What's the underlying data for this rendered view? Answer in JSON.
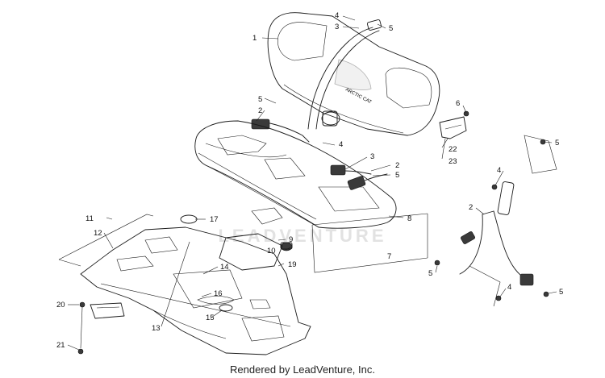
{
  "diagram": {
    "callouts": {
      "c1": "1",
      "c2a": "2",
      "c2b": "2",
      "c2c": "2",
      "c3a": "3",
      "c3b": "3",
      "c4a": "4",
      "c4b": "4",
      "c4c": "4",
      "c4d": "4",
      "c5a": "5",
      "c5b": "5",
      "c5c": "5",
      "c5d": "5",
      "c5e": "5",
      "c5f": "5",
      "c6": "6",
      "c7": "7",
      "c8": "8",
      "c9": "9",
      "c10": "10",
      "c11": "11",
      "c12": "12",
      "c13": "13",
      "c14": "14",
      "c15": "15",
      "c16": "16",
      "c17": "17",
      "c19": "19",
      "c20": "20",
      "c21": "21",
      "c22": "22",
      "c23": "23"
    },
    "seat_logo_text": "ARCTIC CAT",
    "watermark": "LEADVENTURE"
  },
  "footer": {
    "credit": "Rendered by LeadVenture, Inc."
  }
}
